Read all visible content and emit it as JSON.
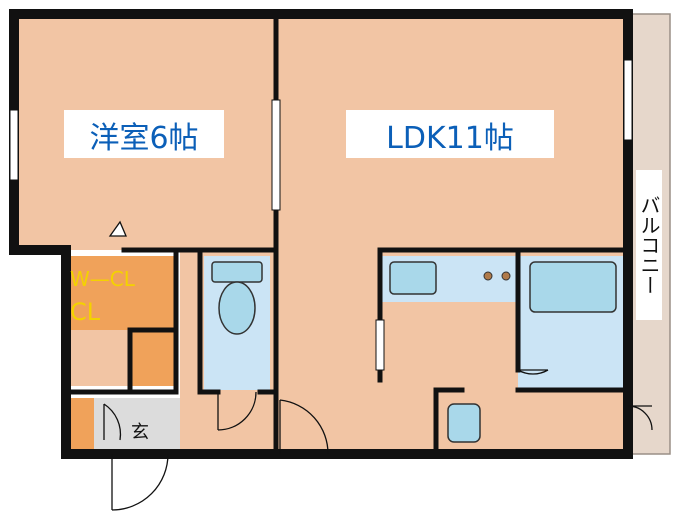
{
  "rooms": {
    "western_room": "洋室6帖",
    "ldk": "LDK11帖",
    "walk_in_closet": "W—CL",
    "entrance": "玄",
    "balcony": "バルコニー"
  },
  "colors": {
    "room_fill": "#f2c5a4",
    "closet_fill": "#f0a25a",
    "wet_area_fill": "#cbe4f5",
    "fixture_fill": "#a9d8ea",
    "balcony_fill": "#e6d7cb",
    "entrance_fill": "#dcdcdc",
    "wall": "#111111",
    "label_blue": "#0b5fb8",
    "label_yellow": "#f4d200"
  }
}
